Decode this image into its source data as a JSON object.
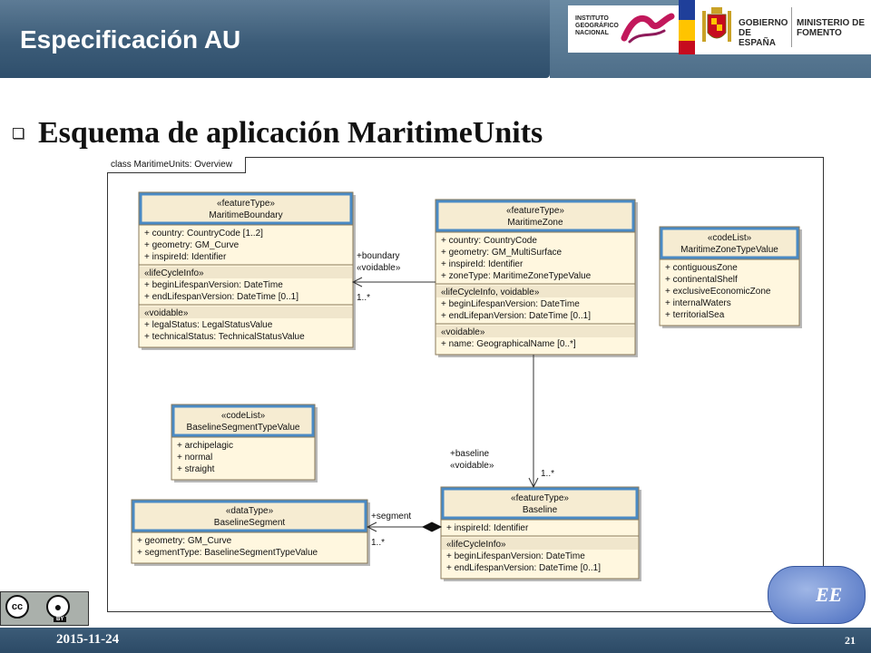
{
  "header": {
    "title": "Especificación AU",
    "ign_logo_text": "INSTITUTO GEOGRÁFICO NACIONAL",
    "gob_text_1": "GOBIERNO DE ESPAÑA",
    "gob_text_2": "MINISTERIO DE FOMENTO"
  },
  "slide": {
    "title": "Esquema de aplicación MaritimeUnits"
  },
  "diagram": {
    "frame_label": "class MaritimeUnits: Overview",
    "classes": [
      {
        "id": "maritime-boundary",
        "stereotype": "«featureType»",
        "name": "MaritimeBoundary",
        "sections": [
          {
            "header": "",
            "attributes": [
              "+  country: CountryCode [1..2]",
              "+  geometry: GM_Curve",
              "+  inspireId: Identifier"
            ]
          },
          {
            "header": "«lifeCycleInfo»",
            "attributes": [
              "+  beginLifespanVersion: DateTime",
              "+  endLifespanVersion: DateTime [0..1]"
            ]
          },
          {
            "header": "«voidable»",
            "attributes": [
              "+  legalStatus: LegalStatusValue",
              "+  technicalStatus: TechnicalStatusValue"
            ]
          }
        ]
      },
      {
        "id": "maritime-zone",
        "stereotype": "«featureType»",
        "name": "MaritimeZone",
        "sections": [
          {
            "header": "",
            "attributes": [
              "+  country: CountryCode",
              "+  geometry: GM_MultiSurface",
              "+  inspireId: Identifier",
              "+  zoneType: MaritimeZoneTypeValue"
            ]
          },
          {
            "header": "«lifeCycleInfo, voidable»",
            "attributes": [
              "+  beginLifespanVersion: DateTime",
              "+  endLifepanVersion: DateTime [0..1]"
            ]
          },
          {
            "header": "«voidable»",
            "attributes": [
              "+  name: GeographicalName [0..*]"
            ]
          }
        ]
      },
      {
        "id": "maritime-zone-type-value",
        "stereotype": "«codeList»",
        "name": "MaritimeZoneTypeValue",
        "sections": [
          {
            "header": "",
            "attributes": [
              "+  contiguousZone",
              "+  continentalShelf",
              "+  exclusiveEconomicZone",
              "+  internalWaters",
              "+  territorialSea"
            ]
          }
        ]
      },
      {
        "id": "baseline-segment-type-value",
        "stereotype": "«codeList»",
        "name": "BaselineSegmentTypeValue",
        "sections": [
          {
            "header": "",
            "attributes": [
              "+  archipelagic",
              "+  normal",
              "+  straight"
            ]
          }
        ]
      },
      {
        "id": "baseline-segment",
        "stereotype": "«dataType»",
        "name": "BaselineSegment",
        "sections": [
          {
            "header": "",
            "attributes": [
              "+  geometry: GM_Curve",
              "+  segmentType: BaselineSegmentTypeValue"
            ]
          }
        ]
      },
      {
        "id": "baseline",
        "stereotype": "«featureType»",
        "name": "Baseline",
        "sections": [
          {
            "header": "",
            "attributes": [
              "+  inspireId: Identifier"
            ]
          },
          {
            "header": "«lifeCycleInfo»",
            "attributes": [
              "+  beginLifespanVersion: DateTime",
              "+  endLifespanVersion: DateTime [0..1]"
            ]
          }
        ]
      }
    ],
    "associations": [
      {
        "from": "maritime-zone",
        "to": "maritime-boundary",
        "role": "+boundary",
        "stereotype": "«voidable»",
        "multiplicity": "1..*"
      },
      {
        "from": "maritime-zone",
        "to": "baseline",
        "role": "+baseline",
        "stereotype": "«voidable»",
        "multiplicity": "1..*"
      },
      {
        "from": "baseline",
        "to": "baseline-segment",
        "role": "+segment",
        "stereotype": "",
        "multiplicity": "1..*"
      }
    ]
  },
  "eu_badge_text": "EE",
  "cc_license": {
    "cc": "cc",
    "by": "BY"
  },
  "footer": {
    "date": "2015-11-24",
    "page": "21"
  },
  "colors": {
    "header_blue": "#3c5c78",
    "class_fill": "#fff7df",
    "class_title_fill": "#f6ecd2",
    "class_header_border": "#4a8ac4"
  }
}
